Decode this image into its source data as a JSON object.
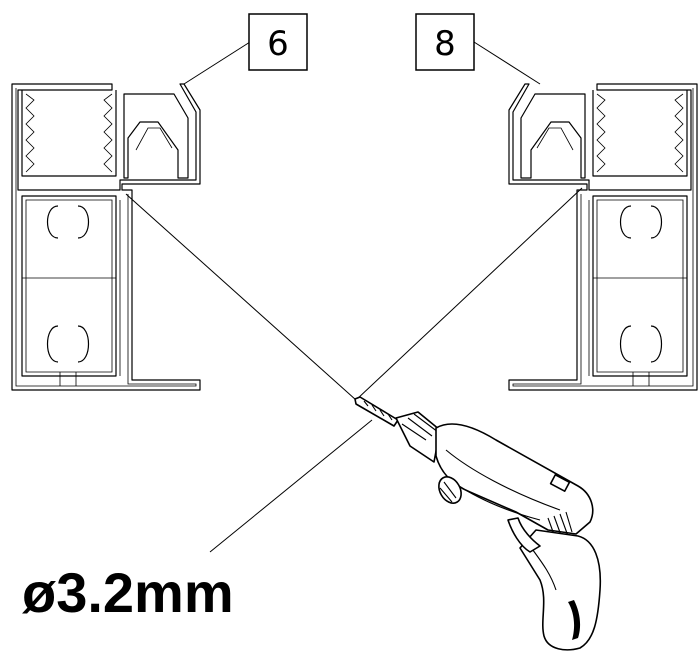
{
  "callouts": {
    "left": {
      "label": "6"
    },
    "right": {
      "label": "8"
    }
  },
  "spec": {
    "diameter_label": "ø3.2mm"
  }
}
